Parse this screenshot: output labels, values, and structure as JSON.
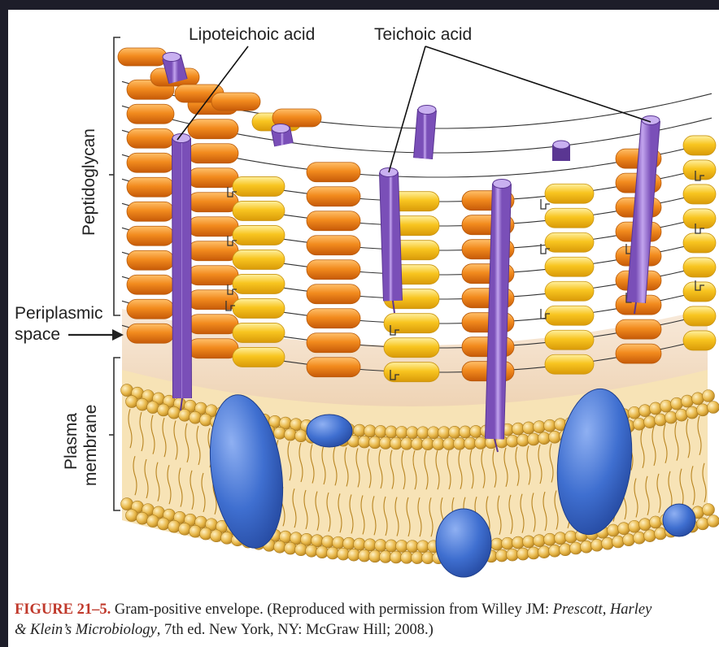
{
  "labels": {
    "lipoteichoic_acid": "Lipoteichoic acid",
    "teichoic_acid": "Teichoic acid",
    "peptidoglycan": "Peptidoglycan",
    "periplasmic_line1": "Periplasmic",
    "periplasmic_line2": "space",
    "plasma_line1": "Plasma",
    "plasma_line2": "membrane"
  },
  "caption": {
    "figure_number": "FIGURE 21–5.",
    "text_1": " Gram-positive envelope. (Reproduced with permission from Willey JM: ",
    "title_1": "Prescott, Harley",
    "title_2": "& Klein’s Microbiology",
    "text_2": ", 7th ed. New York, NY: McGraw Hill; 2008.)"
  },
  "colors": {
    "orange_unit": "#f08a1c",
    "yellow_unit": "#f8c21e",
    "teichoic_purple": "#a57fd8",
    "protein_blue": "#3f6fd0",
    "lipid_head": "#e6b84e",
    "periplasm": "#f1dcc3",
    "figure_number": "#c0392b"
  }
}
